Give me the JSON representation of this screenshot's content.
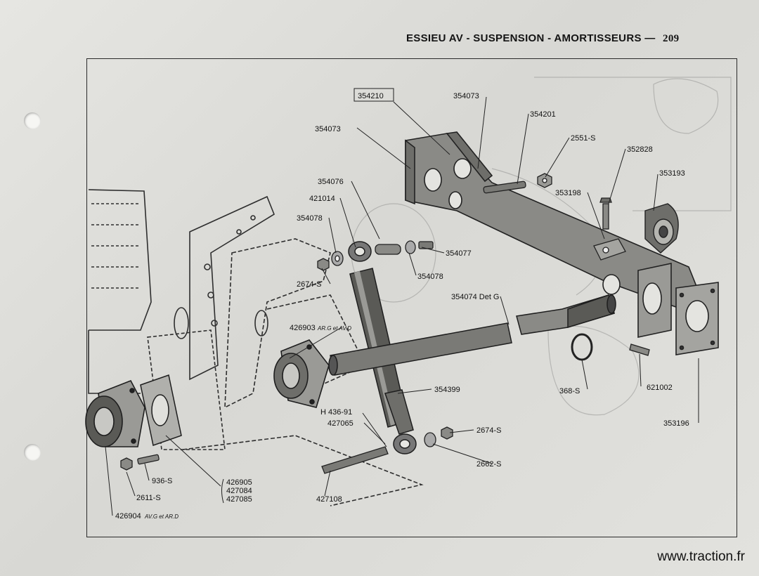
{
  "header": {
    "title": "ESSIEU AV - SUSPENSION - AMORTISSEURS",
    "separator": "—",
    "page_number": "209"
  },
  "callouts": [
    {
      "id": "c1",
      "text": "354210",
      "boxed": true
    },
    {
      "id": "c2",
      "text": "354073"
    },
    {
      "id": "c3",
      "text": "354201"
    },
    {
      "id": "c4",
      "text": "354073"
    },
    {
      "id": "c5",
      "text": "2551-S"
    },
    {
      "id": "c6",
      "text": "352828"
    },
    {
      "id": "c7",
      "text": "353193"
    },
    {
      "id": "c8",
      "text": "353198"
    },
    {
      "id": "c9",
      "text": "354076"
    },
    {
      "id": "c10",
      "text": "421014"
    },
    {
      "id": "c11",
      "text": "354078"
    },
    {
      "id": "c12",
      "text": "354077"
    },
    {
      "id": "c13",
      "text": "354078"
    },
    {
      "id": "c14",
      "text": "2674-S"
    },
    {
      "id": "c15",
      "text": "354074 Det G"
    },
    {
      "id": "c16",
      "text": "426903",
      "suffix": "AR.G et AV.D"
    },
    {
      "id": "c17",
      "text": "354399"
    },
    {
      "id": "c18",
      "text": "368-S"
    },
    {
      "id": "c19",
      "text": "621002"
    },
    {
      "id": "c20",
      "text": "353196"
    },
    {
      "id": "c21",
      "text": "H 436-91"
    },
    {
      "id": "c22",
      "text": "427065"
    },
    {
      "id": "c23",
      "text": "2674-S"
    },
    {
      "id": "c24",
      "text": "2662-S"
    },
    {
      "id": "c25",
      "text": "936-S"
    },
    {
      "id": "c26",
      "text": "2611-S"
    },
    {
      "id": "c27",
      "text": "426905"
    },
    {
      "id": "c28",
      "text": "427084"
    },
    {
      "id": "c29",
      "text": "427085"
    },
    {
      "id": "c30",
      "text": "427108"
    },
    {
      "id": "c31",
      "text": "426904",
      "suffix": "AV.G et AR.D"
    }
  ],
  "footer": {
    "site": "www.traction.fr"
  }
}
